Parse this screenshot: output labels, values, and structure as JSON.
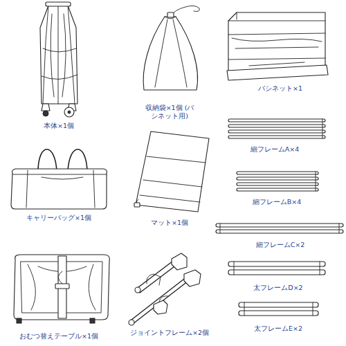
{
  "diagram": {
    "labels": [
      "本体×1個",
      "収納袋×1個 (バシネット用)",
      "バシネット×1",
      "細フレームA×4",
      "細フレームB×4",
      "キャリーバッグ×1個",
      "マット×1個",
      "細フレームC×2",
      "太フレームD×2",
      "太フレームE×2",
      "おむつ替えテーブル×1個",
      "ジョイントフレーム×2個"
    ]
  }
}
